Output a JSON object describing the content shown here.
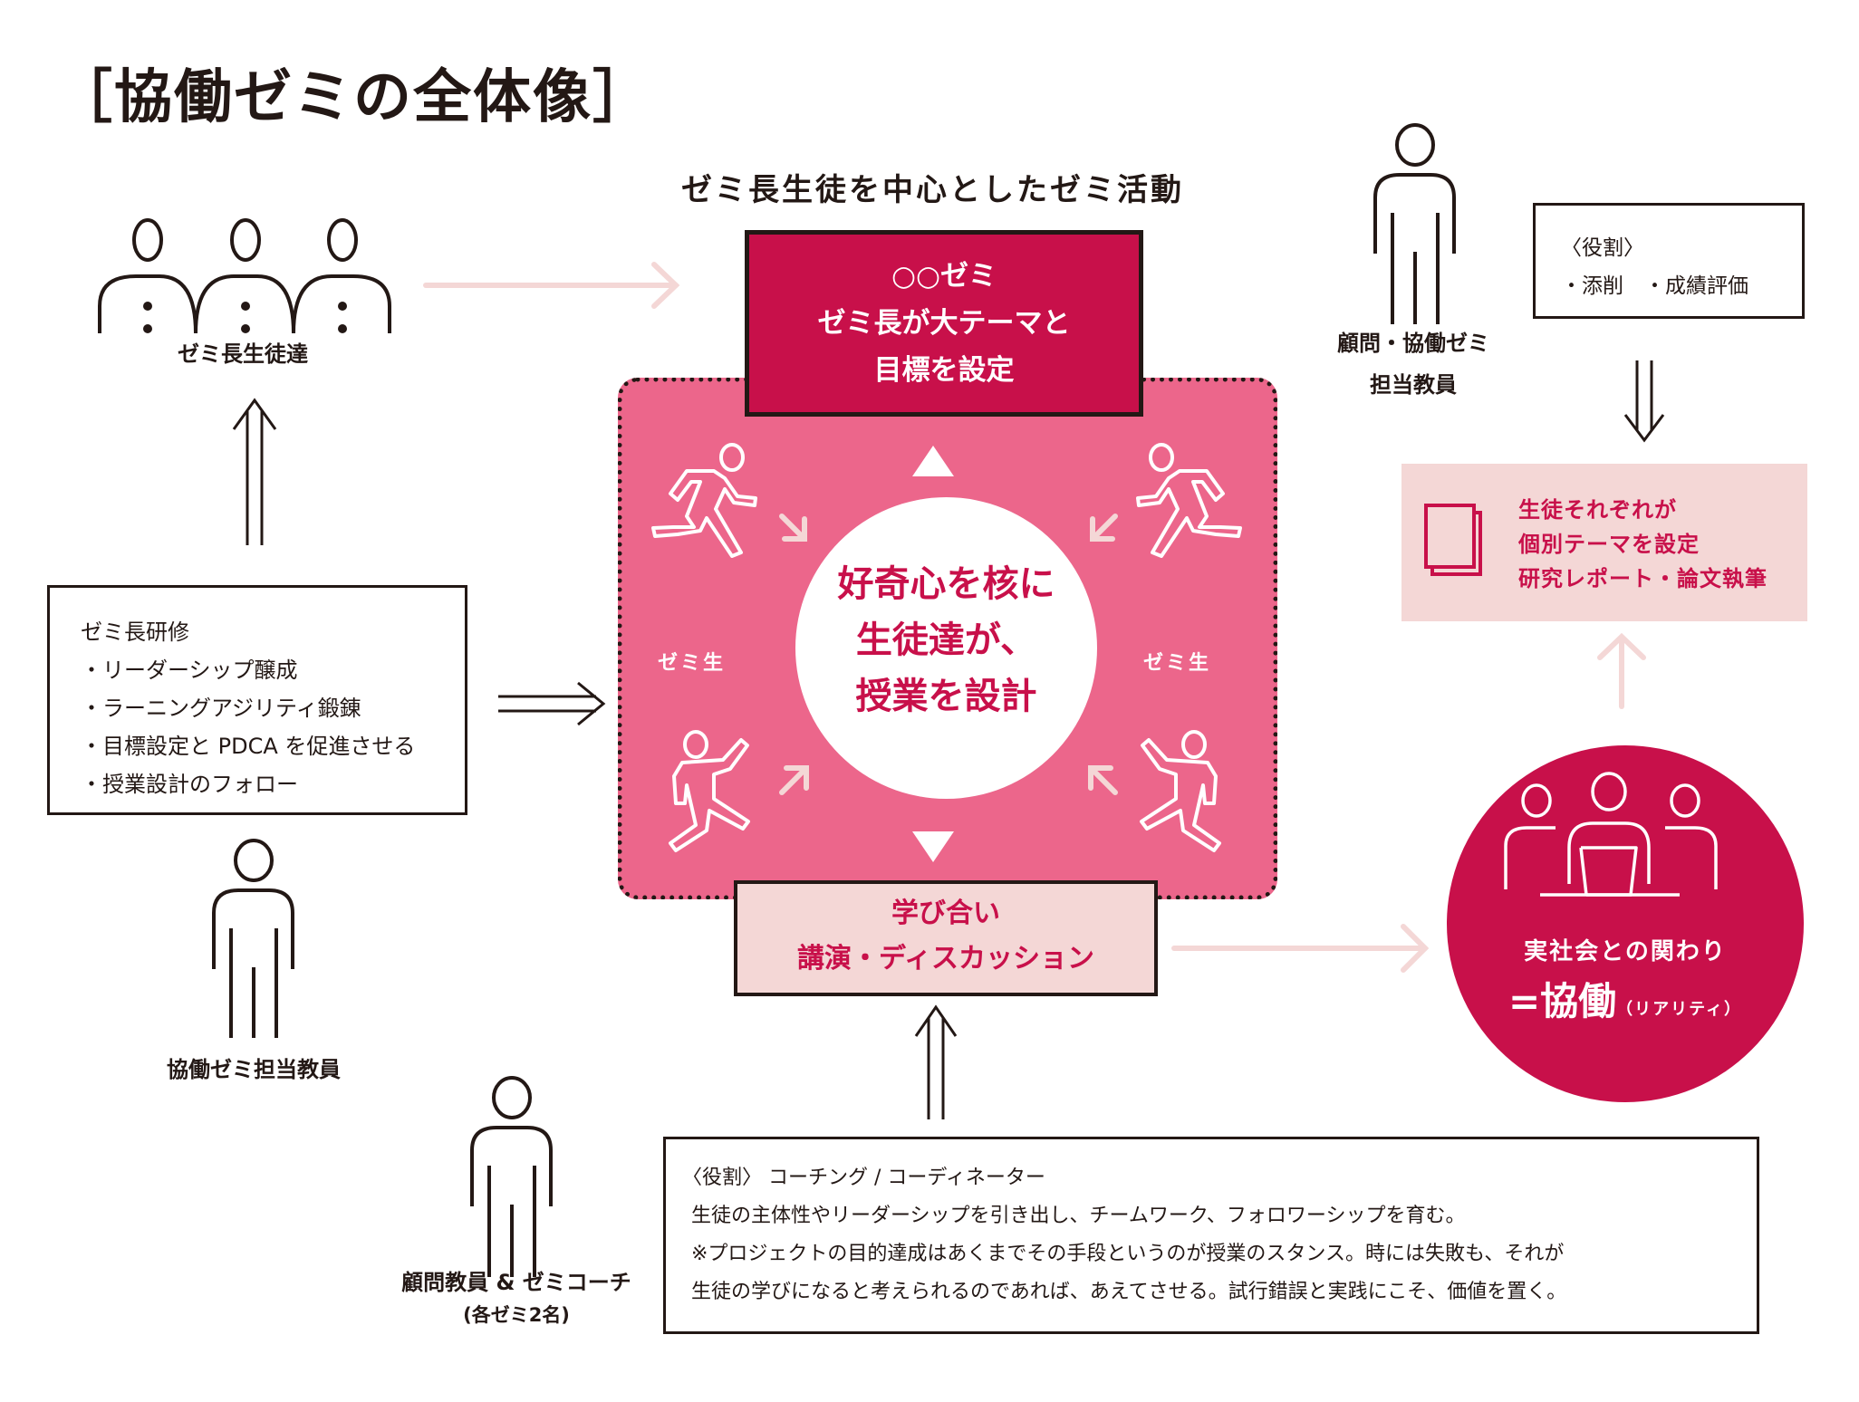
{
  "title": "［協働ゼミの全体像］",
  "center_heading": "ゼミ長生徒を中心としたゼミ活動",
  "zemi_leaders": {
    "label": "ゼミ長生徒達",
    "icon": "group-of-three-people-icon"
  },
  "zemi_box": {
    "line1": "○○ゼミ",
    "line2": "ゼミ長が大テーマと",
    "line3": "目標を設定"
  },
  "core": {
    "line1": "好奇心を核に",
    "line2": "生徒達が、",
    "line3": "授業を設計"
  },
  "zemi_students": {
    "left_label": "ゼミ生",
    "right_label": "ゼミ生",
    "icons": [
      "running-person-icon",
      "running-person-icon",
      "dancing-person-icon",
      "dancing-person-icon"
    ]
  },
  "manabiai_box": {
    "line1": "学び合い",
    "line2": "講演・ディスカッション"
  },
  "training": {
    "title": "ゼミ長研修",
    "items": [
      "・リーダーシップ醸成",
      "・ラーニングアジリティ鍛錬",
      "・目標設定と PDCA を促進させる",
      "・授業設計のフォロー"
    ]
  },
  "left_teacher": {
    "label": "協働ゼミ担当教員",
    "icon": "person-icon"
  },
  "right_teacher": {
    "label_line1": "顧問・協働ゼミ",
    "label_line2": "担当教員",
    "icon": "person-icon"
  },
  "role_top": {
    "title": "〈役割〉",
    "items": "・添削　・成績評価"
  },
  "individual": {
    "icon": "documents-icon",
    "line1": "生徒それぞれが",
    "line2": "個別テーマを設定",
    "line3": "研究レポート・論文執筆"
  },
  "reality": {
    "icon": "meeting-with-laptop-icon",
    "line1": "実社会との関わり",
    "line2_prefix": "=協働",
    "line2_suffix": "（リアリティ）"
  },
  "coach": {
    "label_line1": "顧問教員 & ゼミコーチ",
    "label_line2": "(各ゼミ2名)",
    "icon": "person-icon"
  },
  "role_bottom": {
    "line1": "〈役割〉 コーチング / コーディネーター",
    "line2": "生徒の主体性やリーダーシップを引き出し、チームワーク、フォロワーシップを育む。",
    "line3": "※プロジェクトの目的達成はあくまでその手段というのが授業のスタンス。時には失敗も、それが",
    "line4": "生徒の学びになると考えられるのであれば、あえてさせる。試行錯誤と実践にこそ、価値を置く。"
  },
  "colors": {
    "crimson": "#c8104a",
    "pink": "#ec668b",
    "light_pink": "#f4d7d6",
    "ink": "#231815",
    "arrow_pink": "#f4d7d6"
  }
}
